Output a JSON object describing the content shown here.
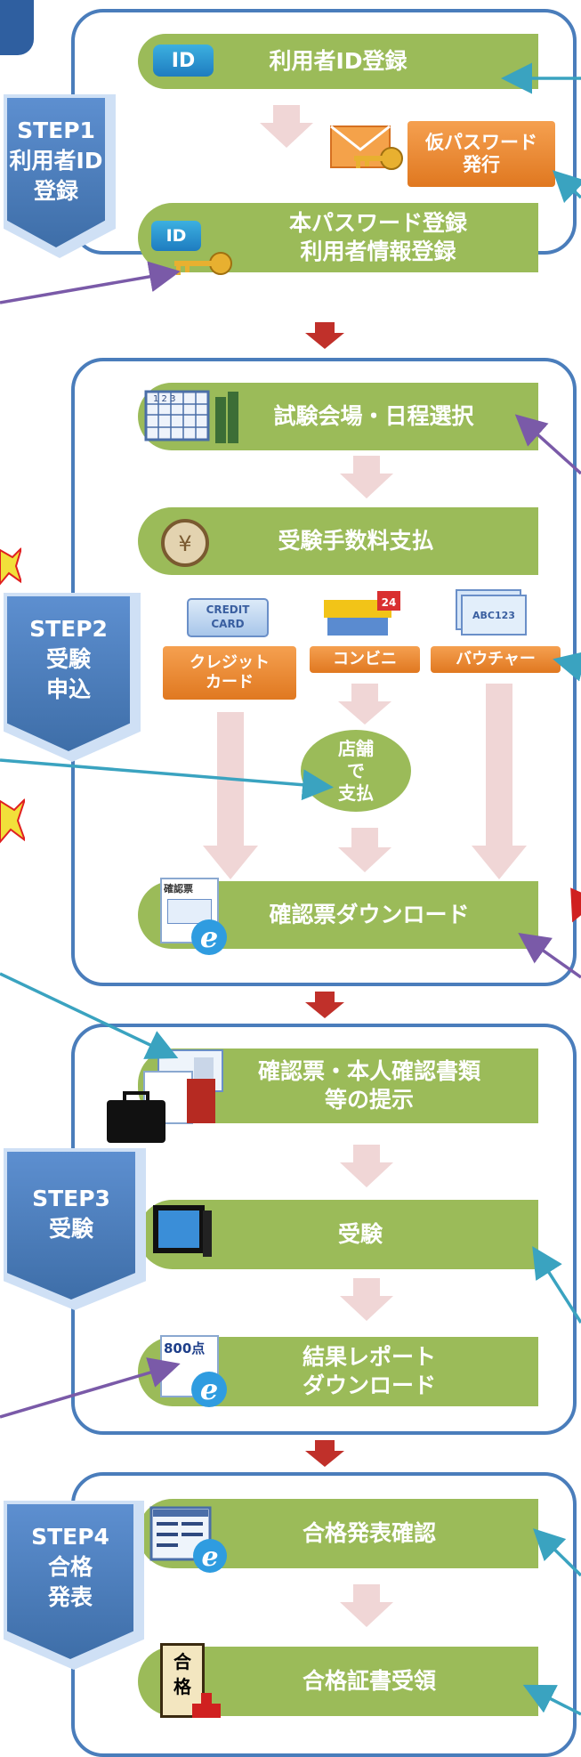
{
  "step1": {
    "badge": [
      "STEP1",
      "利用者ID",
      "登録"
    ],
    "register_id": "利用者ID登録",
    "temp_password": [
      "仮パスワード",
      "発行"
    ],
    "main_password": [
      "本パスワード登録",
      "利用者情報登録"
    ],
    "id_icon_text": "ID"
  },
  "step2": {
    "badge": [
      "STEP2",
      "受験",
      "申込"
    ],
    "venue_select": "試験会場・日程選択",
    "fee_payment": "受験手数料支払",
    "credit_card": [
      "クレジット",
      "カード"
    ],
    "credit_icon_text": [
      "CREDIT",
      "CARD"
    ],
    "convenience": "コンビニ",
    "voucher": "バウチャー",
    "voucher_icon_text": "ABC123",
    "store_pay": [
      "店舗",
      "で",
      "支払"
    ],
    "confirm_download": "確認票ダウンロード",
    "confirm_icon_text": "確認票",
    "calendar_text": "1 2 3"
  },
  "step3": {
    "badge": [
      "STEP3",
      "受験"
    ],
    "present_docs": [
      "確認票・本人確認書類",
      "等の提示"
    ],
    "exam": "受験",
    "result_download": [
      "結果レポート",
      "ダウンロード"
    ],
    "score_icon_text": "800点"
  },
  "step4": {
    "badge": [
      "STEP4",
      "合格",
      "発表"
    ],
    "pass_check": "合格発表確認",
    "certificate": "合格証書受領",
    "cert_icon_text": [
      "合",
      "格"
    ]
  },
  "colors": {
    "green": "#9bbb59",
    "blue_border": "#4a7dbb",
    "orange": "#e8842a",
    "red_arrow": "#c0302a",
    "pink_arrow": "#f0d6d6",
    "teal_line": "#3aa3c0",
    "purple_line": "#7a5aa8"
  }
}
